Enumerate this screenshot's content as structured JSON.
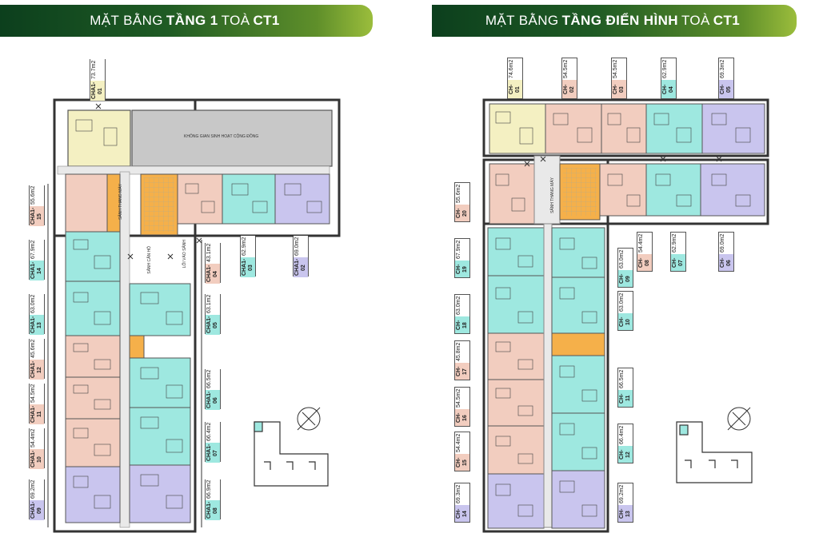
{
  "left_title": {
    "prefix": "MẶT BẰNG ",
    "bold": "TẦNG 1",
    "mid": " TOÀ ",
    "bold2": "CT1"
  },
  "right_title": {
    "prefix": "MẶT BẰNG ",
    "bold": "TẦNG ĐIỂN HÌNH",
    "mid": " TOÀ ",
    "bold2": "CT1"
  },
  "colors": {
    "pink": "#f2cdbf",
    "cyan": "#9ee8e0",
    "lavender": "#c9c5ee",
    "yellow": "#f4f0c2",
    "orange": "#f5b04a",
    "gray": "#c8c8c8",
    "banner": "#1f5b24"
  },
  "floor1": {
    "community_space": "KHÔNG GIAN SINH HOẠT CỘNG ĐỒNG",
    "elevator_lobby": "SẢNH THANG MÁY",
    "apartment_lobby": "SẢNH CĂN HỘ",
    "work_entrance": "LỐI VÀO SẢNH",
    "units": [
      {
        "code": "CHA1-01",
        "area": "73.7m2"
      },
      {
        "code": "CHA1-02",
        "area": "69.0m2"
      },
      {
        "code": "CHA1-03",
        "area": "62.9m2"
      },
      {
        "code": "CHA1-04",
        "area": "43.1m2"
      },
      {
        "code": "CHA1-05",
        "area": "63.1m2"
      },
      {
        "code": "CHA1-06",
        "area": "66.5m2"
      },
      {
        "code": "CHA1-07",
        "area": "66.4m2"
      },
      {
        "code": "CHA1-08",
        "area": "66.9m2"
      },
      {
        "code": "CHA1-09",
        "area": "69.2m2"
      },
      {
        "code": "CHA1-10",
        "area": "54.4m2"
      },
      {
        "code": "CHA1-11",
        "area": "54.5m2"
      },
      {
        "code": "CHA1-12",
        "area": "45.6m2"
      },
      {
        "code": "CHA1-13",
        "area": "63.0m2"
      },
      {
        "code": "CHA1-14",
        "area": "67.9m2"
      },
      {
        "code": "CHA1-15",
        "area": "55.6m2"
      }
    ]
  },
  "typical": {
    "elevator_lobby": "SẢNH THANG MÁY",
    "units": [
      {
        "code": "CH-01",
        "area": "74.6m2"
      },
      {
        "code": "CH-02",
        "area": "54.5m2"
      },
      {
        "code": "CH-03",
        "area": "54.5m2"
      },
      {
        "code": "CH-04",
        "area": "62.9m2"
      },
      {
        "code": "CH-05",
        "area": "69.3m2"
      },
      {
        "code": "CH-06",
        "area": "69.0m2"
      },
      {
        "code": "CH-07",
        "area": "62.9m2"
      },
      {
        "code": "CH-08",
        "area": "54.4m2"
      },
      {
        "code": "CH-09",
        "area": "63.0m2"
      },
      {
        "code": "CH-10",
        "area": "63.0m2"
      },
      {
        "code": "CH-11",
        "area": "66.5m2"
      },
      {
        "code": "CH-12",
        "area": "66.4m2"
      },
      {
        "code": "CH-13",
        "area": "69.2m2"
      },
      {
        "code": "CH-14",
        "area": "69.3m2"
      },
      {
        "code": "CH-15",
        "area": "54.4m2"
      },
      {
        "code": "CH-16",
        "area": "54.5m2"
      },
      {
        "code": "CH-17",
        "area": "45.8m2"
      },
      {
        "code": "CH-18",
        "area": "63.0m2"
      },
      {
        "code": "CH-19",
        "area": "67.9m2"
      },
      {
        "code": "CH-20",
        "area": "55.6m2"
      }
    ]
  }
}
